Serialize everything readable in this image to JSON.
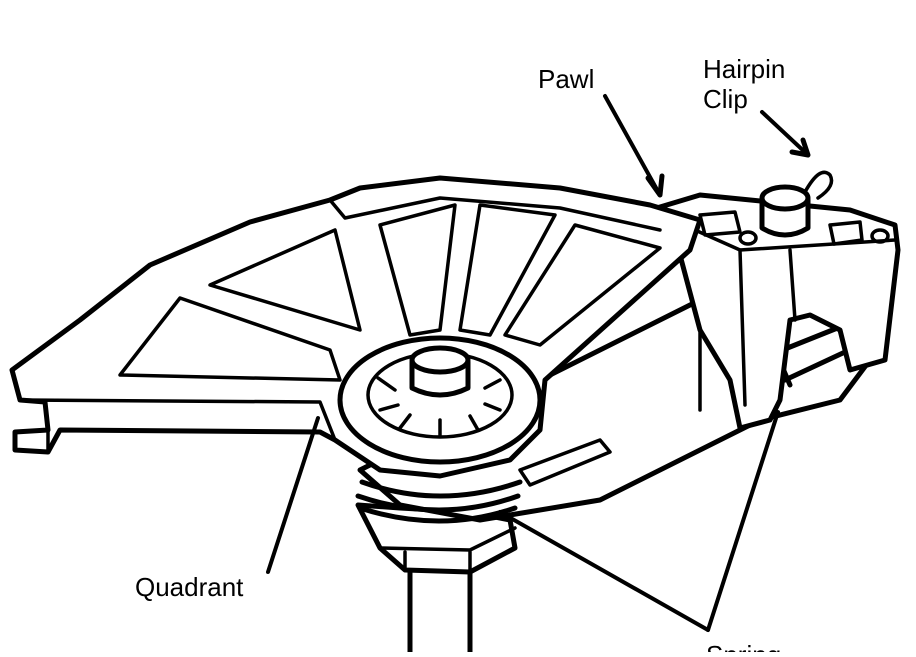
{
  "labels": {
    "pawl": "Pawl",
    "hairpin_line1": "Hairpin",
    "hairpin_line2": "Clip",
    "quadrant": "Quadrant",
    "spring": "Spring"
  },
  "colors": {
    "ink": "#000000",
    "background": "#ffffff"
  }
}
